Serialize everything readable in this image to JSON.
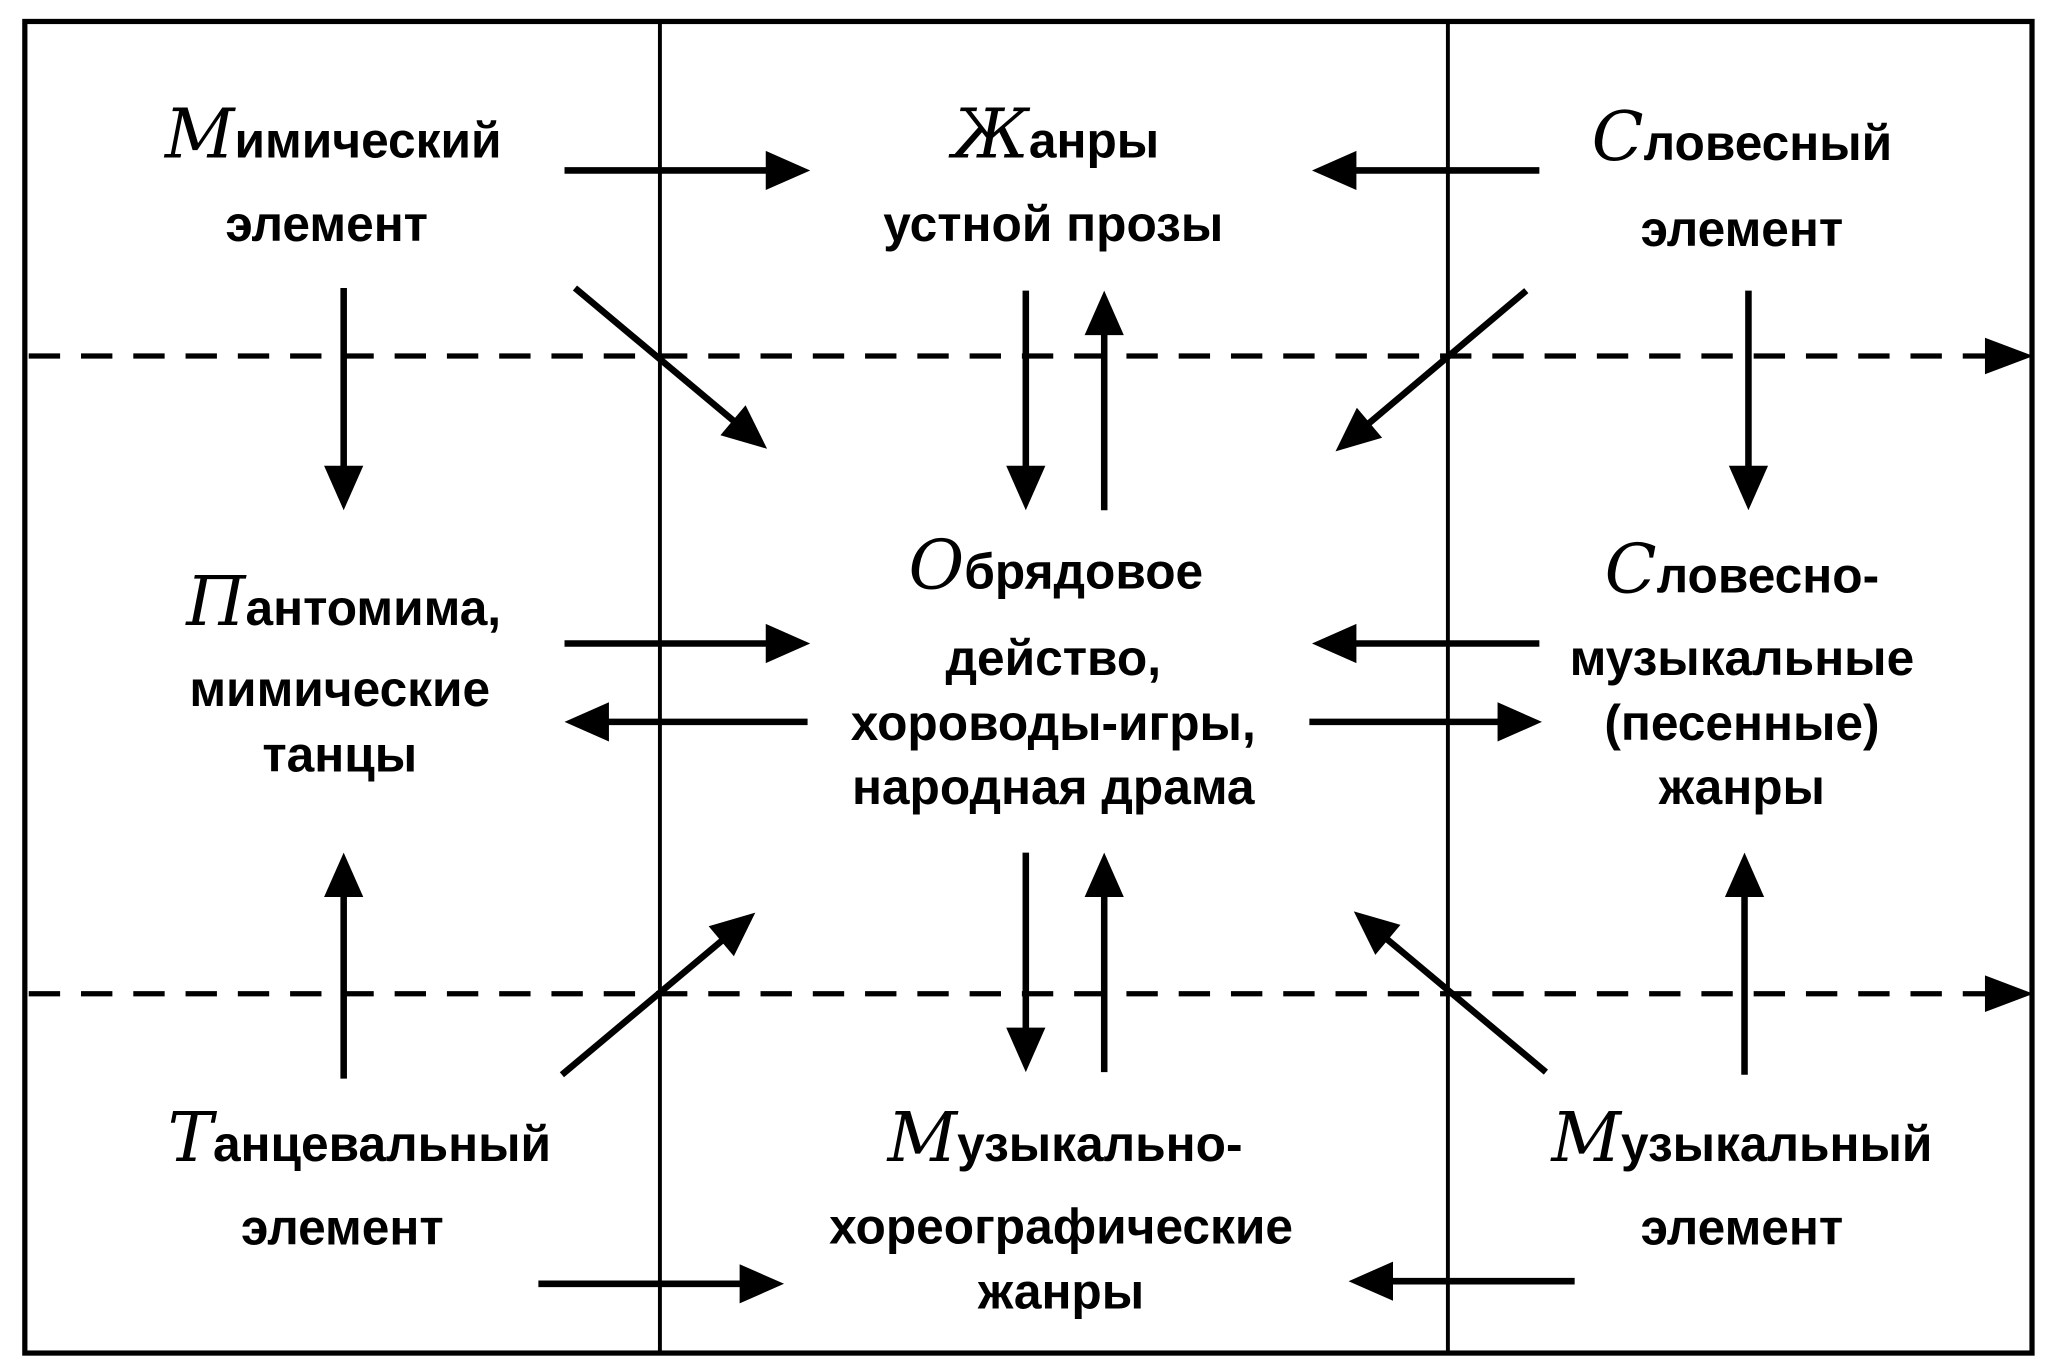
{
  "nodes": {
    "mimic": {
      "line1": {
        "cap": "М",
        "rest": "имический"
      },
      "line2": "элемент"
    },
    "prose": {
      "line1": {
        "cap": "Ж",
        "rest": "анры"
      },
      "line2": "устной прозы"
    },
    "verbal": {
      "line1": {
        "cap": "С",
        "rest": "ловесный"
      },
      "line2": "элемент"
    },
    "pantomime": {
      "line1": {
        "cap": "П",
        "rest": "антомима,"
      },
      "line2": "мимические",
      "line3": "танцы"
    },
    "ritual": {
      "line1": {
        "cap": "О",
        "rest": "брядовое"
      },
      "line2": "действо,",
      "line3": "хороводы-игры,",
      "line4": "народная драма"
    },
    "verbal_music": {
      "line1": {
        "cap": "С",
        "rest": "ловесно-"
      },
      "line2": "музыкальные",
      "line3": "(песенные)",
      "line4": "жанры"
    },
    "dance": {
      "line1": {
        "cap": "Т",
        "rest": "анцевальный"
      },
      "line2": "элемент"
    },
    "music_choreo": {
      "line1": {
        "cap": "М",
        "rest": "узыкально-"
      },
      "line2": "хореографические",
      "line3": "жанры"
    },
    "music": {
      "line1": {
        "cap": "М",
        "rest": "узыкальный"
      },
      "line2": "элемент"
    }
  },
  "arrows": [
    {
      "from": "mimic",
      "to": "prose"
    },
    {
      "from": "verbal",
      "to": "prose"
    },
    {
      "from": "mimic",
      "to": "pantomime"
    },
    {
      "from": "mimic",
      "to": "ritual"
    },
    {
      "from": "verbal",
      "to": "ritual"
    },
    {
      "from": "prose",
      "to": "ritual"
    },
    {
      "from": "ritual",
      "to": "prose"
    },
    {
      "from": "verbal",
      "to": "verbal_music"
    },
    {
      "from": "pantomime",
      "to": "ritual"
    },
    {
      "from": "ritual",
      "to": "pantomime"
    },
    {
      "from": "verbal_music",
      "to": "ritual"
    },
    {
      "from": "ritual",
      "to": "verbal_music"
    },
    {
      "from": "dance",
      "to": "pantomime"
    },
    {
      "from": "dance",
      "to": "ritual"
    },
    {
      "from": "ritual",
      "to": "music_choreo"
    },
    {
      "from": "music_choreo",
      "to": "ritual"
    },
    {
      "from": "music",
      "to": "ritual"
    },
    {
      "from": "music",
      "to": "verbal_music"
    },
    {
      "from": "dance",
      "to": "music_choreo"
    },
    {
      "from": "music",
      "to": "music_choreo"
    }
  ]
}
